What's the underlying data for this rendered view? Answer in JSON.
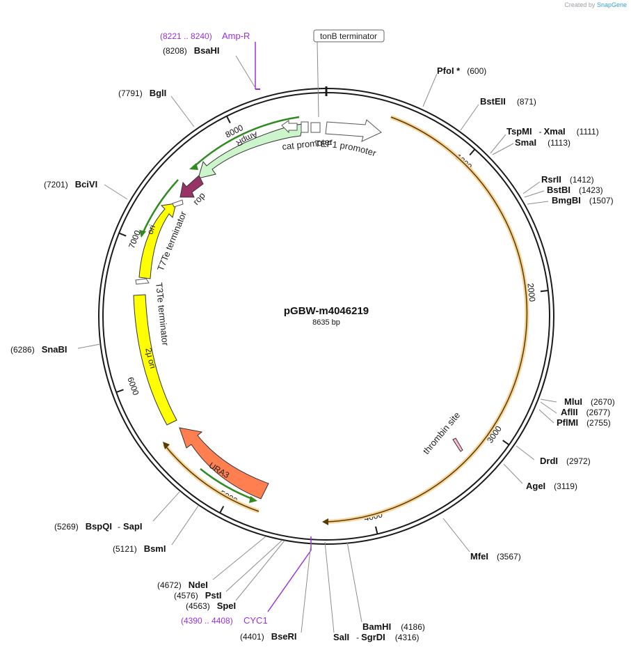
{
  "credit": {
    "prefix": "Created by",
    "brand": "SnapGene"
  },
  "plasmid": {
    "name": "pGBW-m4046219",
    "length_label": "8635 bp",
    "length": 8635
  },
  "ticks": [
    {
      "pos": 1000,
      "label": "1000"
    },
    {
      "pos": 2000,
      "label": "2000"
    },
    {
      "pos": 3000,
      "label": "3000"
    },
    {
      "pos": 4000,
      "label": "4000"
    },
    {
      "pos": 5000,
      "label": "5000"
    },
    {
      "pos": 6000,
      "label": "6000"
    },
    {
      "pos": 7000,
      "label": "7000"
    },
    {
      "pos": 8000,
      "label": "8000"
    }
  ],
  "sites": [
    {
      "name": "PfoI *",
      "pos": "(600)",
      "side": "right"
    },
    {
      "name": "BstEII",
      "pos": "(871)",
      "side": "right"
    },
    {
      "name": "TspMI",
      "name2": "XmaI",
      "pos": "(1111)",
      "side": "right"
    },
    {
      "name": "SmaI",
      "pos": "(1113)",
      "side": "right"
    },
    {
      "name": "RsrII",
      "pos": "(1412)",
      "side": "right"
    },
    {
      "name": "BstBI",
      "pos": "(1423)",
      "side": "right"
    },
    {
      "name": "BmgBI",
      "pos": "(1507)",
      "side": "right"
    },
    {
      "name": "MluI",
      "pos": "(2670)",
      "side": "right"
    },
    {
      "name": "AflII",
      "pos": "(2677)",
      "side": "right"
    },
    {
      "name": "PflMI",
      "pos": "(2755)",
      "side": "right"
    },
    {
      "name": "DrdI",
      "pos": "(2972)",
      "side": "right"
    },
    {
      "name": "AgeI",
      "pos": "(3119)",
      "side": "right"
    },
    {
      "name": "MfeI",
      "pos": "(3567)",
      "side": "right"
    },
    {
      "name": "BamHI",
      "pos": "(4186)",
      "side": "right"
    },
    {
      "name": "SalI",
      "name2": "SgrDI",
      "pos": "(4316)",
      "side": "right"
    },
    {
      "name": "BseRI",
      "pos": "(4401)",
      "side": "left"
    },
    {
      "name": "SpeI",
      "pos": "(4563)",
      "side": "left"
    },
    {
      "name": "PstI",
      "pos": "(4576)",
      "side": "left"
    },
    {
      "name": "NdeI",
      "pos": "(4672)",
      "side": "left"
    },
    {
      "name": "BsmI",
      "pos": "(5121)",
      "side": "left"
    },
    {
      "name": "BspQI",
      "name2": "SapI",
      "pos": "(5269)",
      "side": "left"
    },
    {
      "name": "SnaBI",
      "pos": "(6286)",
      "side": "left"
    },
    {
      "name": "BciVI",
      "pos": "(7201)",
      "side": "left"
    },
    {
      "name": "BglI",
      "pos": "(7791)",
      "side": "left"
    },
    {
      "name": "BsaHI",
      "pos": "(8208)",
      "side": "left"
    }
  ],
  "primers": [
    {
      "name": "Amp-R",
      "range": "(8221 .. 8240)"
    },
    {
      "name": "CYC1",
      "range": "(4390 .. 4408)"
    }
  ],
  "features": [
    {
      "name": "tonB terminator",
      "type": "terminator"
    },
    {
      "name": "TEF1 promoter",
      "type": "promoter"
    },
    {
      "name": "cat promoter",
      "type": "promoter"
    },
    {
      "name": "AmpR",
      "type": "CDS",
      "color": "#ccf5cc"
    },
    {
      "name": "rop",
      "type": "CDS",
      "color": "#993366"
    },
    {
      "name": "T7Te terminator",
      "type": "terminator"
    },
    {
      "name": "ori",
      "type": "rep_origin",
      "color": "#ffff00"
    },
    {
      "name": "T3Te terminator",
      "type": "terminator"
    },
    {
      "name": "2μ ori",
      "type": "rep_origin",
      "color": "#ffff00"
    },
    {
      "name": "URA3",
      "type": "CDS",
      "color": "#ff7f50"
    },
    {
      "name": "thrombin site",
      "type": "site",
      "color": "#ffbfcf"
    }
  ],
  "colors": {
    "backbone": "#1a1a1a",
    "orf": "#e6a642",
    "primer": "#9b30d9",
    "primer_arrow": "#2e8b1f",
    "site_line": "#8c8c8c"
  }
}
